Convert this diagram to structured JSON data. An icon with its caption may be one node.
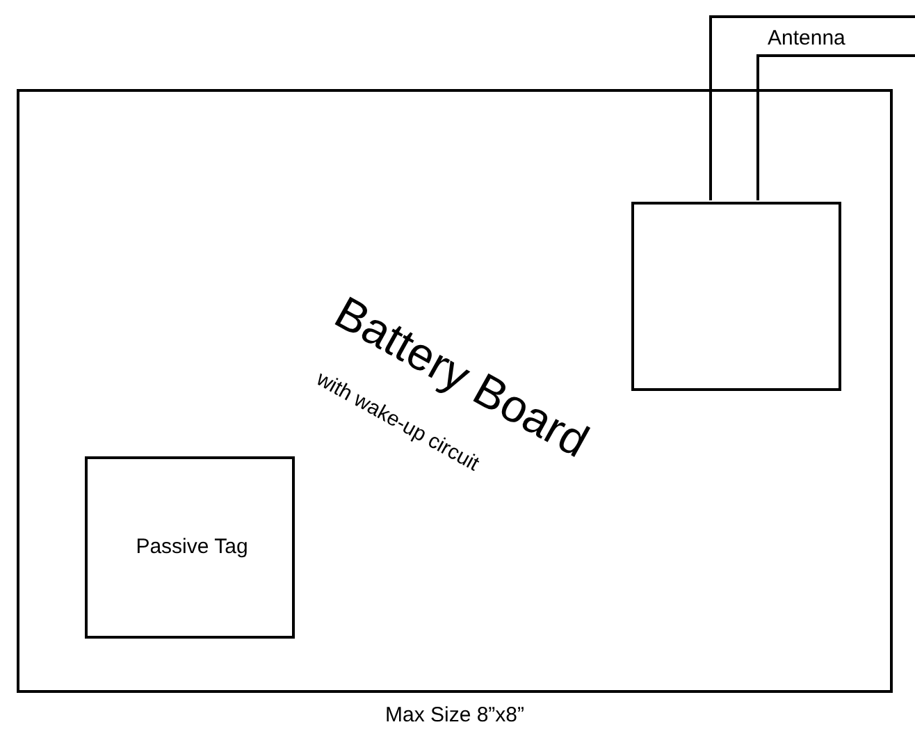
{
  "diagram": {
    "nodes": [
      {
        "text": [
          "Battery Board",
          "with wake-up circuit"
        ],
        "beside": [
          "Max Size 8”x8”"
        ]
      },
      {
        "text": [],
        "shape": "box",
        "in": 0
      },
      {
        "text": [
          "Passive Tag"
        ],
        "in": 0
      }
    ],
    "labels": [
      "Antenna"
    ]
  }
}
